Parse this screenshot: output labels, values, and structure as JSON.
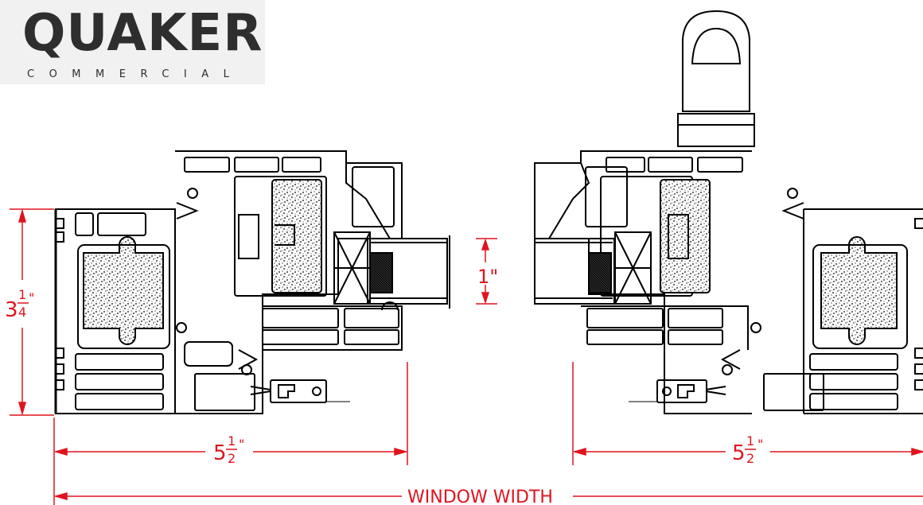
{
  "logo": {
    "main": "QUAKER",
    "sub": "COMMERCIAL"
  },
  "dimensions": {
    "height_whole": "3",
    "height_num": "1",
    "height_den": "4",
    "height_inch": "\"",
    "glass_label": "1\"",
    "left_whole": "5",
    "left_num": "1",
    "left_den": "2",
    "left_inch": "\"",
    "right_whole": "5",
    "right_num": "1",
    "right_den": "2",
    "right_inch": "\"",
    "window_width": "WINDOW WIDTH"
  },
  "colors": {
    "dimension": "#e0141e",
    "line": "#000000",
    "logo_bg": "#f1f1f1",
    "logo_text": "#2e2e2e"
  }
}
